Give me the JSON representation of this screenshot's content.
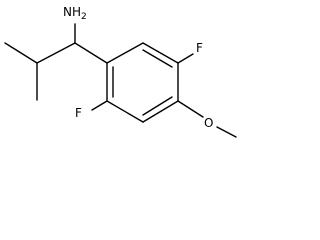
{
  "molecule": {
    "atoms": {
      "amine": "NH2",
      "fluorine_top": "F",
      "fluorine_bottom": "F",
      "oxygen": "O"
    }
  }
}
